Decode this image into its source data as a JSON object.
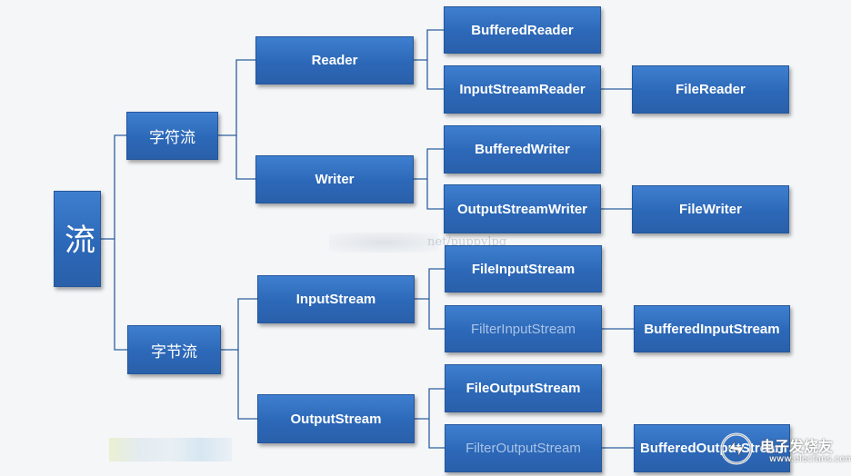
{
  "nodes": {
    "root": "流",
    "char_stream": "字符流",
    "byte_stream": "字节流",
    "reader": "Reader",
    "writer": "Writer",
    "input_stream": "InputStream",
    "output_stream": "OutputStream",
    "buffered_reader": "BufferedReader",
    "input_stream_reader": "InputStreamReader",
    "file_reader": "FileReader",
    "buffered_writer": "BufferedWriter",
    "output_stream_writer": "OutputStreamWriter",
    "file_writer": "FileWriter",
    "file_input_stream": "FileInputStream",
    "filter_input_stream": "FilterInputStream",
    "buffered_input_stream": "BufferedInputStream",
    "file_output_stream": "FileOutputStream",
    "filter_output_stream": "FilterOutputStream",
    "buffered_output_stream": "BufferedOutputStream"
  },
  "watermark": {
    "url_fragment": "net/puppylpg",
    "logo_text": "电子发烧友",
    "logo_sub": "www.elecfans.com"
  },
  "colors": {
    "node_fill": "#2c68b8",
    "node_border": "#24569c",
    "connector": "#2f5f9e",
    "faint_text": "#a9c3e6"
  }
}
